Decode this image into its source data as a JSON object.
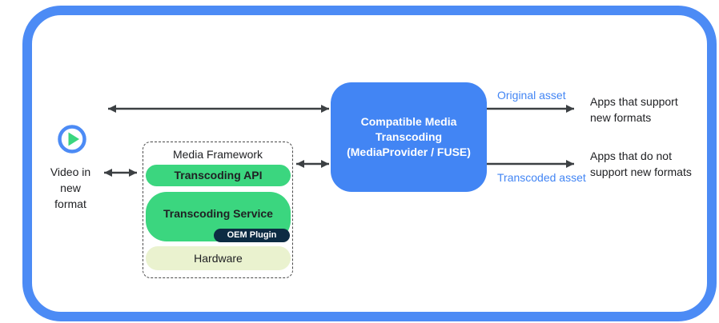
{
  "colors": {
    "frame-blue": "#4C8BF5",
    "box-blue": "#4285F4",
    "green": "#3BD67F",
    "navy": "#0D2B43",
    "cream": "#EAF2CF",
    "arrow-gray": "#3C4043",
    "label-blue": "#4285F4",
    "text-dark": "#202124"
  },
  "source": {
    "icon": "play-icon",
    "label_lines": [
      "Video in",
      "new",
      "format"
    ]
  },
  "media_framework": {
    "title": "Media Framework",
    "api_label": "Transcoding API",
    "service_label": "Transcoding Service",
    "oem_label": "OEM Plugin",
    "hardware_label": "Hardware"
  },
  "transcoder": {
    "line1": "Compatible Media",
    "line2": "Transcoding",
    "line3": "(MediaProvider / FUSE)"
  },
  "outputs": {
    "original_label": "Original asset",
    "original_target_line1": "Apps that support",
    "original_target_line2": "new formats",
    "transcoded_label": "Transcoded asset",
    "transcoded_target_line1": "Apps that do not",
    "transcoded_target_line2": "support new formats"
  }
}
